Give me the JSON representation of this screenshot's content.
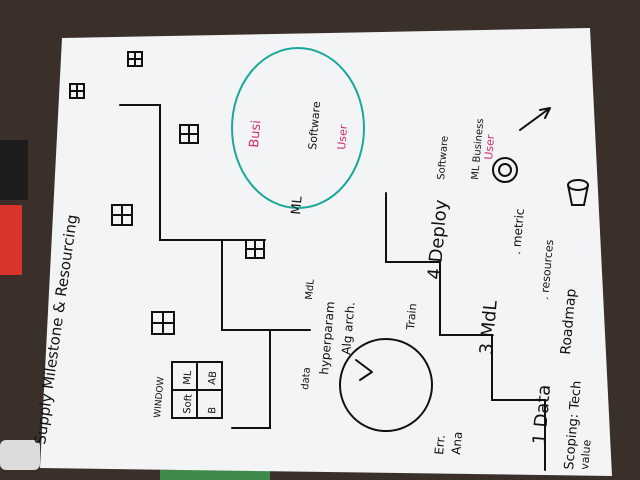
{
  "whiteboard": {
    "title": "Supply Milestone & Resourcing",
    "window_label": "WINDOW",
    "matrix_cells": [
      "ML",
      "AB",
      "Soft",
      "B"
    ],
    "staircase": {
      "step1": "1 Data",
      "step2": "3 MdL",
      "step3": "4 Deploy"
    },
    "train_loop": {
      "label": "Train",
      "notes": [
        "data",
        "hyperparam",
        "MdL",
        "Alg arch."
      ]
    },
    "err_ana": [
      "Err.",
      "Ana"
    ],
    "scoping": [
      "Scoping: Tech",
      "value"
    ],
    "roadmap": [
      "Roadmap",
      ". resources"
    ],
    "metric": ". metric",
    "circle_diagram": {
      "software": "Software",
      "ml": "ML",
      "busi": "Busi",
      "user": "User"
    },
    "right_cluster": {
      "software": "Software",
      "ml_busi": "ML Business",
      "user": "User"
    }
  },
  "colors": {
    "board": "#f4f5f7",
    "ink": "#111111",
    "teal": "#1aa89a",
    "pink": "#d0306a",
    "background": "#3a2f28"
  }
}
